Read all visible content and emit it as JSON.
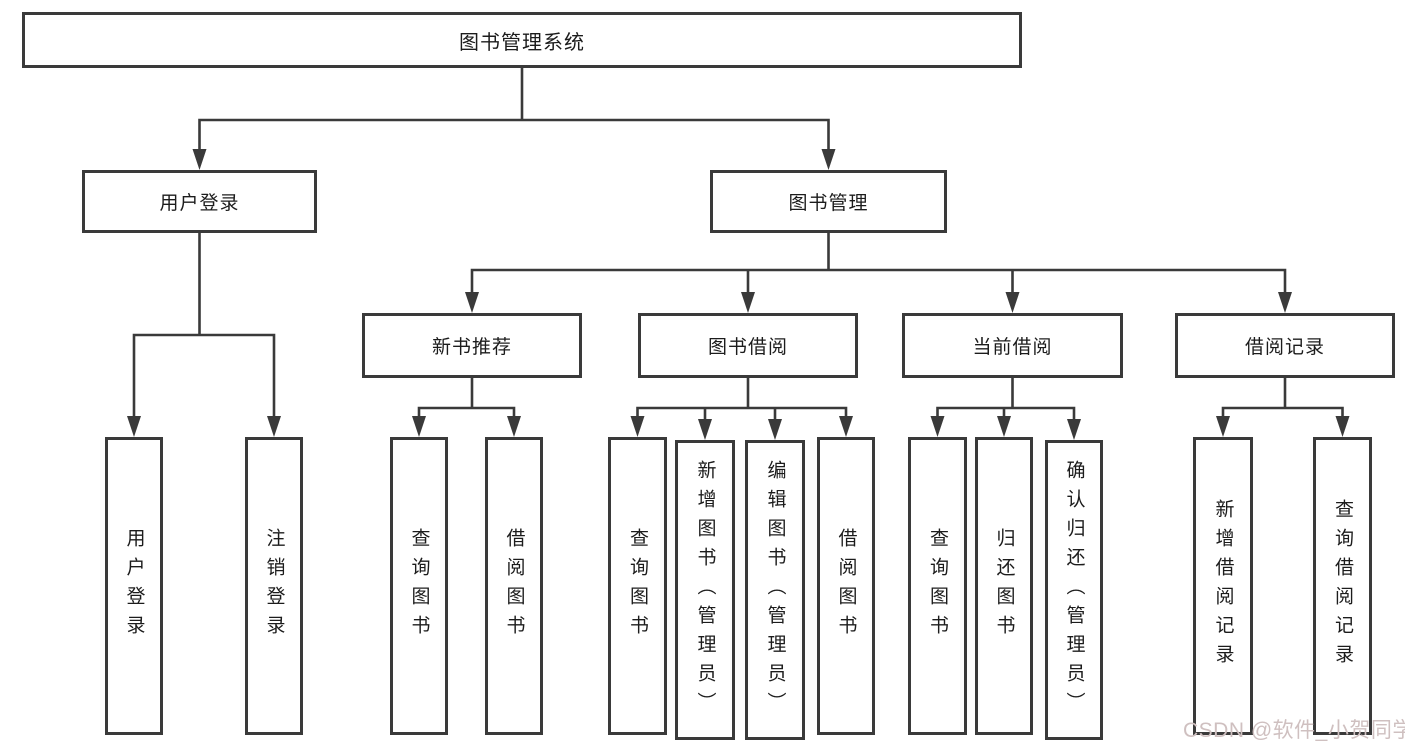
{
  "colors": {
    "line": "#3a3a3a",
    "node_border": "#3a3a3a",
    "node_text": "#1c1c1c",
    "background": "#ffffff",
    "watermark": "#cfc0c0"
  },
  "watermark": {
    "text": "CSDN @软件_小贺同学"
  },
  "tree": {
    "root": {
      "label": "图书管理系统"
    },
    "branches": [
      {
        "label": "用户登录",
        "leaves": [
          {
            "label": "用户登录"
          },
          {
            "label": "注销登录"
          }
        ]
      },
      {
        "label": "图书管理",
        "children": [
          {
            "label": "新书推荐",
            "leaves": [
              {
                "label": "查询图书"
              },
              {
                "label": "借阅图书"
              }
            ]
          },
          {
            "label": "图书借阅",
            "leaves": [
              {
                "label": "查询图书"
              },
              {
                "label": "新增图书（管理员）"
              },
              {
                "label": "编辑图书（管理员）"
              },
              {
                "label": "借阅图书"
              }
            ]
          },
          {
            "label": "当前借阅",
            "leaves": [
              {
                "label": "查询图书"
              },
              {
                "label": "归还图书"
              },
              {
                "label": "确认归还（管理员）"
              }
            ]
          },
          {
            "label": "借阅记录",
            "leaves": [
              {
                "label": "新增借阅记录"
              },
              {
                "label": "查询借阅记录"
              }
            ]
          }
        ]
      }
    ]
  }
}
